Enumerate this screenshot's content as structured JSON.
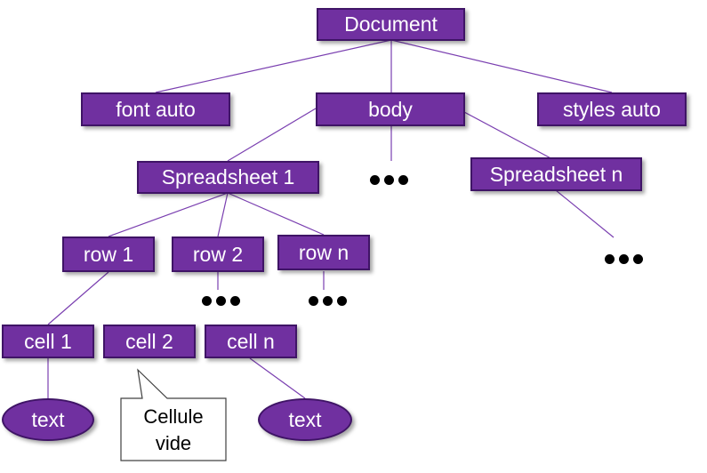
{
  "nodes": {
    "document": "Document",
    "font_auto": "font auto",
    "body": "body",
    "styles_auto": "styles auto",
    "spreadsheet_1": "Spreadsheet 1",
    "spreadsheet_n": "Spreadsheet n",
    "row_1": "row 1",
    "row_2": "row 2",
    "row_n": "row n",
    "cell_1": "cell 1",
    "cell_2": "cell 2",
    "cell_n": "cell n",
    "text_1": "text",
    "text_n": "text"
  },
  "callout": {
    "line1": "Cellule",
    "line2": "vide"
  },
  "colors": {
    "node_fill": "#7030a0",
    "node_border": "#3f1466",
    "connector": "#7030a0"
  }
}
